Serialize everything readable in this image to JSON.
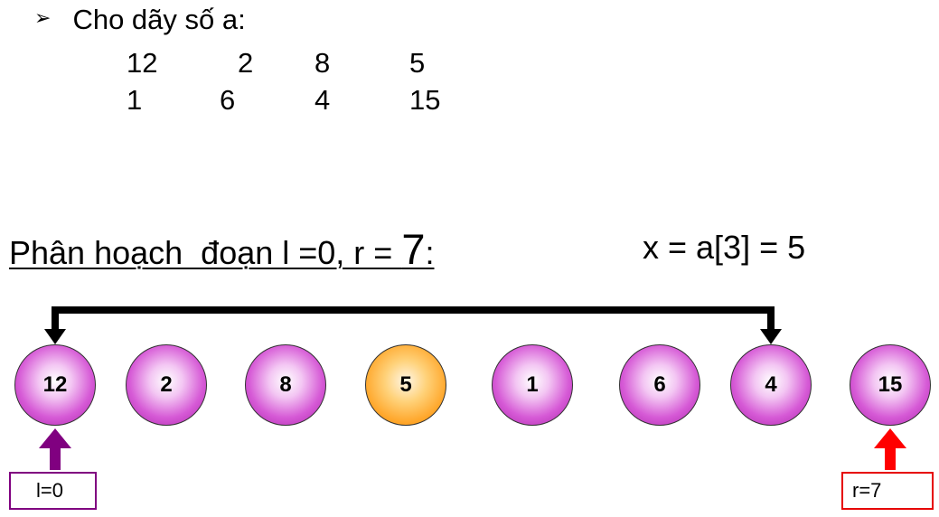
{
  "intro": {
    "bullet": "➢",
    "text": "Cho dãy số a:",
    "row1": [
      "12",
      "2",
      "8",
      "5"
    ],
    "row2": [
      "1",
      "6",
      "4",
      "15"
    ]
  },
  "heading": {
    "prefix": "Phân hoạch  đoạn l =0, r = ",
    "big": "7",
    "suffix": ":"
  },
  "pivot_expr": "x = a[3] = 5",
  "nodes": [
    "12",
    "2",
    "8",
    "5",
    "1",
    "6",
    "4",
    "15"
  ],
  "pivot_index": 3,
  "pointers": {
    "left_label": "l=0",
    "right_label": "r=7"
  },
  "colors": {
    "node": "#d65ad6",
    "pivot": "#ffa62a",
    "left_pointer": "#800080",
    "right_pointer": "#ff0000",
    "swap_arrow": "#000000"
  }
}
